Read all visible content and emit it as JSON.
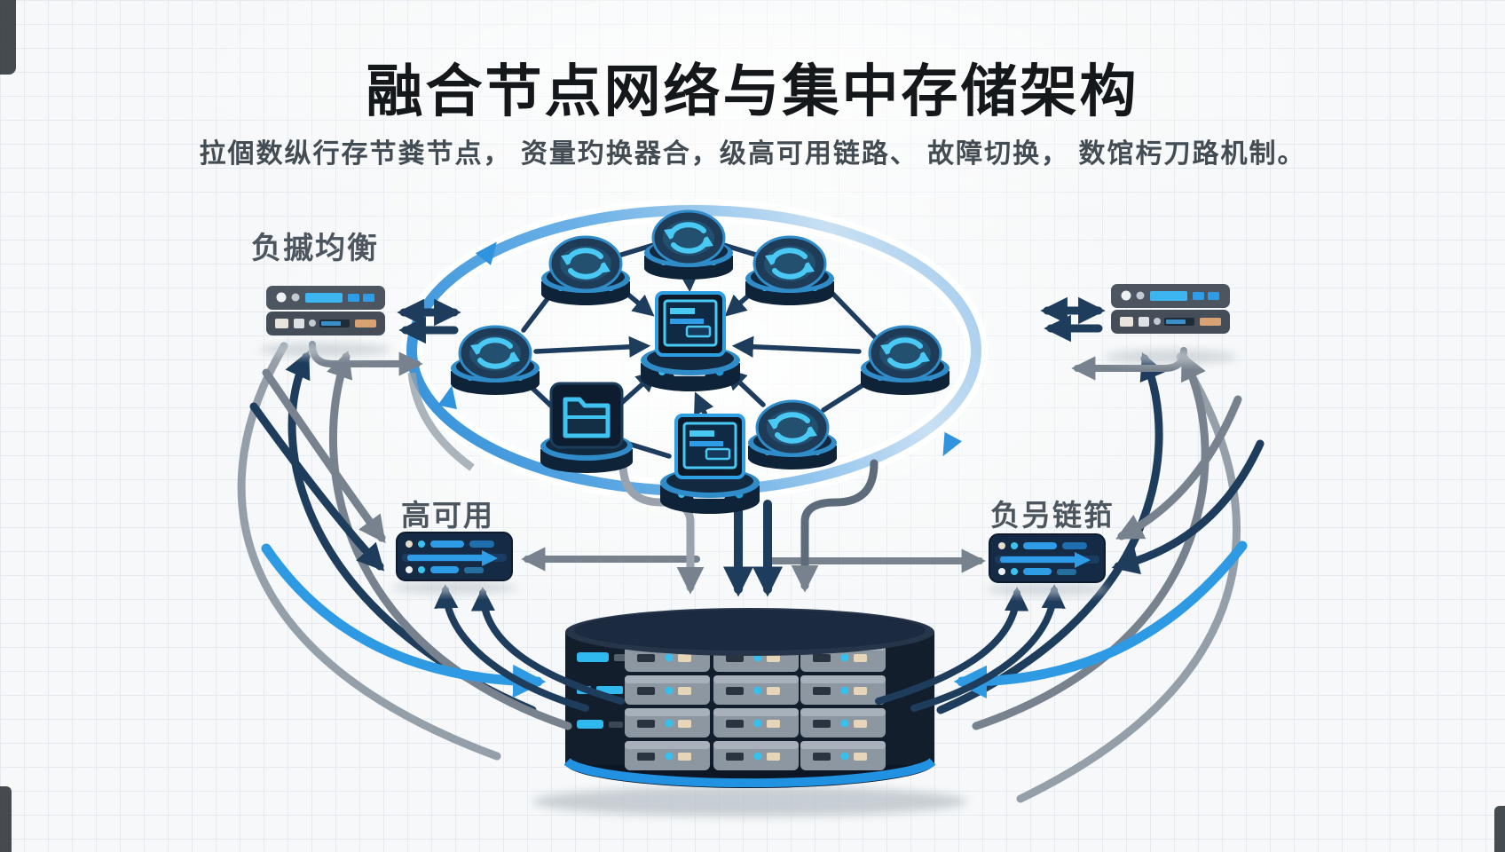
{
  "title": "融合节点网络与集中存储架构",
  "subtitle": "拉個数纵行存节粪节点， 资量玓换器合，级高可用链路、 故障切换， 数馆杇刀路机制。",
  "labels": {
    "load_balancer": "负摵均衡",
    "high_availability": "高可用",
    "link_aggregation": "负叧链筘"
  },
  "colors": {
    "paper": "#f6f8f9",
    "grid_line": "#dfe6ec",
    "arrow_navy": "#1e3c5c",
    "arrow_gray": "#78828e",
    "arrow_blue": "#2e9ae4",
    "ring_blue": "#3e97e0",
    "node_cyan": "#49c9f3",
    "panel_navy": "#152b45",
    "rack_gray": "#4d5560",
    "storage_dark": "#121e2c",
    "storage_stripe_blue": "#2191e2",
    "led_orange": "#d8a272"
  },
  "diagram": {
    "mesh": {
      "description": "nine-node mesh network inside a circular blue ring",
      "nodes": [
        {
          "id": "top",
          "icon": "sync-icon"
        },
        {
          "id": "top-left",
          "icon": "sync-icon"
        },
        {
          "id": "top-right",
          "icon": "sync-icon"
        },
        {
          "id": "left",
          "icon": "sync-icon"
        },
        {
          "id": "right",
          "icon": "sync-icon"
        },
        {
          "id": "center",
          "icon": "document-server-icon"
        },
        {
          "id": "bottom-left",
          "icon": "folder-icon"
        },
        {
          "id": "bottom-right",
          "icon": "sync-icon"
        },
        {
          "id": "bottom",
          "icon": "monitor-icon"
        }
      ]
    },
    "components": [
      {
        "id": "left-rack",
        "type": "load-balancer-appliance"
      },
      {
        "id": "right-rack",
        "type": "load-balancer-appliance"
      },
      {
        "id": "left-panel",
        "type": "high-availability-switch"
      },
      {
        "id": "right-panel",
        "type": "link-aggregation-switch"
      },
      {
        "id": "storage-array",
        "type": "centralized-storage",
        "drive_columns": 4,
        "drive_rows": 4
      }
    ]
  }
}
